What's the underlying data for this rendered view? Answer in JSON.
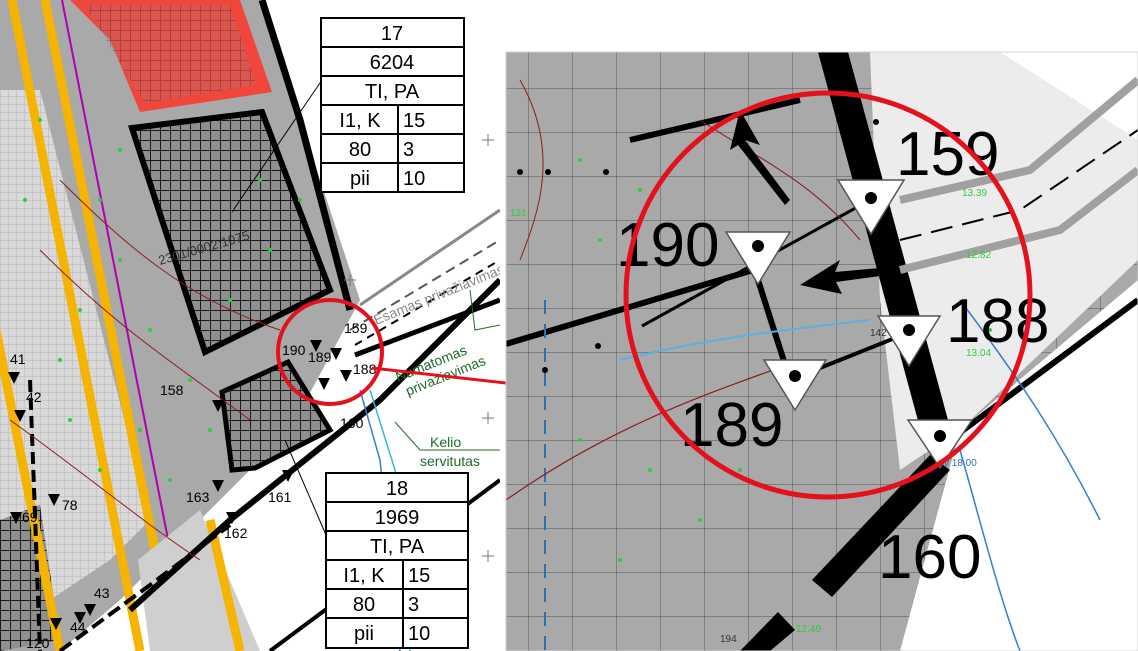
{
  "colors": {
    "map_gray": "#a9a9a9",
    "zone_red": "#f0463c",
    "road_yellow": "#f4b400",
    "highlight_red": "#e4101c",
    "label_green": "#1d6b2a",
    "contour_brown": "#8b1c1c",
    "water_blue": "#2f7fd6"
  },
  "table_top": {
    "row1": "17",
    "row2": "6204",
    "row3": "TI, PA",
    "row4_a": "I1, K",
    "row4_b": "15",
    "row5_a": "80",
    "row5_b": "3",
    "row6_a": "pii",
    "row6_b": "10"
  },
  "table_bottom": {
    "row1": "18",
    "row2": "1969",
    "row3": "TI, PA",
    "row4_a": "I1, K",
    "row4_b": "15",
    "row5_a": "80",
    "row5_b": "3",
    "row6_a": "pii",
    "row6_b": "10"
  },
  "overview_labels": {
    "parcel_code": "2301/0002:1075",
    "existing_access": "Esamas privažiavimas",
    "planned_access_1": "Numatomas",
    "planned_access_2": "privažiavimas",
    "road_servitude_1": "Kelio",
    "road_servitude_2": "servitutas"
  },
  "overview_points": [
    "159",
    "190",
    "188",
    "189",
    "160",
    "158",
    "163",
    "162",
    "161",
    "41",
    "42",
    "69",
    "78",
    "120",
    "44",
    "43"
  ],
  "inset_points": {
    "p159": "159",
    "p190": "190",
    "p188": "188",
    "p189": "189",
    "p160": "160"
  },
  "inset_small": {
    "h1": "13.39",
    "h2": "12.82",
    "h3": "13.04",
    "h4": "12.49",
    "h5": "131",
    "h6": "194",
    "h7": "v 18.00",
    "h8": "142"
  }
}
